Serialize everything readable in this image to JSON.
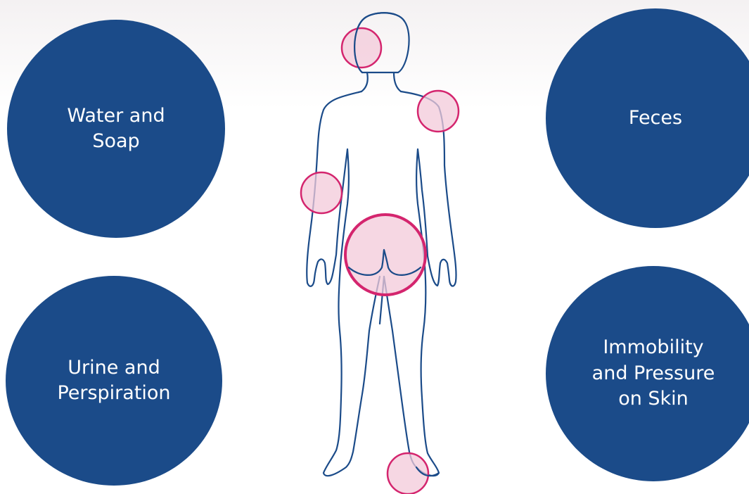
{
  "colors": {
    "circle_fill": "#1b4b89",
    "body_outline": "#1b4b89",
    "highlight_fill": "#f3c9d9",
    "highlight_stroke": "#d4256e"
  },
  "factors": {
    "top_left": "Water and\nSoap",
    "top_right": "Feces",
    "bottom_left": "Urine and\nPerspiration",
    "bottom_right": "Immobility\nand Pressure\non Skin"
  },
  "figure": {
    "icon": "human-body-back-view-icon",
    "highlighted_areas": [
      "back-of-head",
      "right-shoulder",
      "left-elbow",
      "buttocks",
      "right-heel"
    ]
  }
}
